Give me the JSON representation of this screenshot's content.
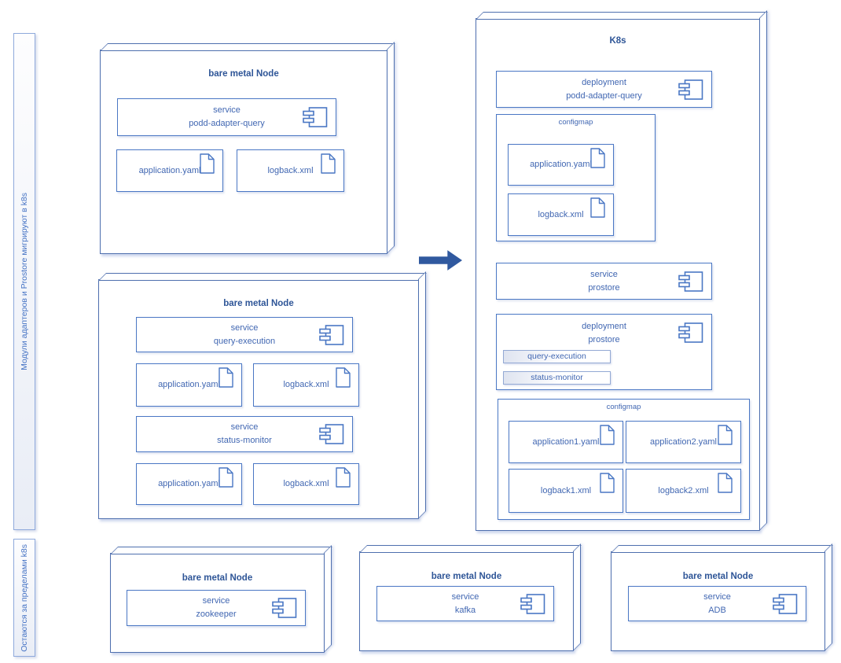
{
  "labels": {
    "migrate": "Модули адаптеров и Prostore мигрируют в k8s",
    "stay": "Остаются за пределами k8s"
  },
  "nodes": {
    "bm1": {
      "title": "bare metal Node",
      "service": [
        "service",
        "podd-adapter-query"
      ],
      "files": [
        "application.yaml",
        "logback.xml"
      ]
    },
    "bm2": {
      "title": "bare metal Node",
      "service1": [
        "service",
        "query-execution"
      ],
      "files1": [
        "application.yaml",
        "logback.xml"
      ],
      "service2": [
        "service",
        "status-monitor"
      ],
      "files2": [
        "application.yaml",
        "logback.xml"
      ]
    },
    "k8s": {
      "title": "K8s",
      "deployment1": [
        "deployment",
        "podd-adapter-query"
      ],
      "configmap1": {
        "label": "configmap",
        "files": [
          "application.yaml",
          "logback.xml"
        ]
      },
      "service": [
        "service",
        "prostore"
      ],
      "deployment2": {
        "lines": [
          "deployment",
          "prostore"
        ],
        "pods": [
          "query-execution",
          "status-monitor"
        ]
      },
      "configmap2": {
        "label": "configmap",
        "files": [
          "application1.yaml",
          "application2.yaml",
          "logback1.xml",
          "logback2.xml"
        ]
      }
    },
    "bm3": {
      "title": "bare metal Node",
      "service": [
        "service",
        "zookeeper"
      ]
    },
    "bm4": {
      "title": "bare metal Node",
      "service": [
        "service",
        "kafka"
      ]
    },
    "bm5": {
      "title": "bare metal Node",
      "service": [
        "service",
        "ADB"
      ]
    }
  },
  "colors": {
    "node_border": "#4e6fae",
    "box_border": "#4a77c4",
    "title_text": "#2e5597",
    "body_text": "#4167b2",
    "arrow": "#30599f",
    "side_label_border": "#8faadc"
  }
}
